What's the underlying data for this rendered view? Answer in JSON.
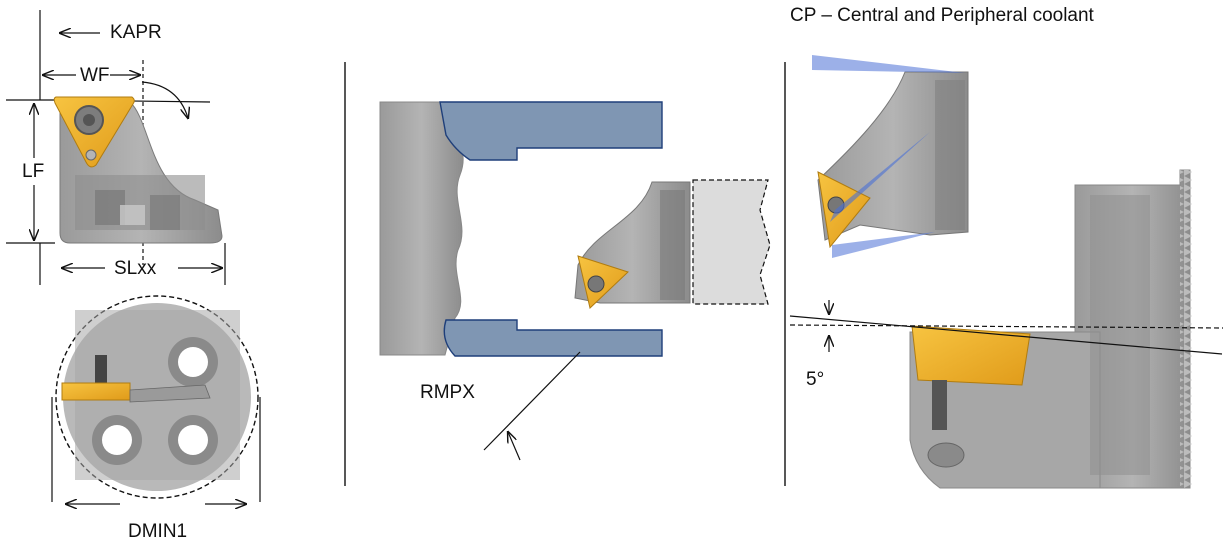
{
  "labels": {
    "kapr": "KAPR",
    "wf": "WF",
    "lf": "LF",
    "slxx": "SLxx",
    "dmin1": "DMIN1",
    "rmpx": "RMPX",
    "coolant": "CP – Central and Peripheral coolant",
    "angle": "5°"
  },
  "colors": {
    "insert": "#f2b632",
    "holder_gray": "#a9a9a9",
    "workpiece_blue": "#7f96b3",
    "coolant_blue": "#4a6fd6",
    "line": "#111111"
  }
}
